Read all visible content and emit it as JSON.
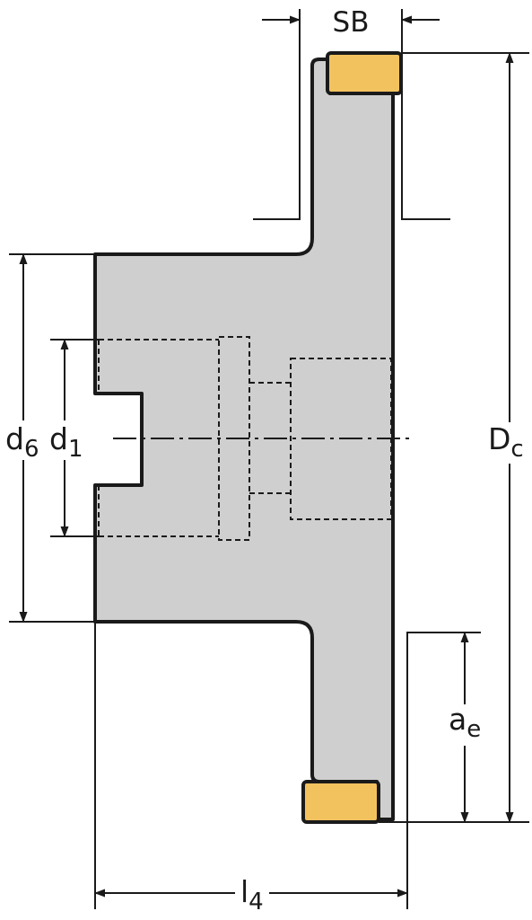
{
  "labels": {
    "sb": "SB",
    "dc_main": "D",
    "dc_sub": "c",
    "d6_main": "d",
    "d6_sub": "6",
    "d1_main": "d",
    "d1_sub": "1",
    "ae_main": "a",
    "ae_sub": "e",
    "l4_main": "l",
    "l4_sub": "4"
  },
  "colors": {
    "body_fill": "#cfcfcf",
    "insert_fill": "#f2c25f",
    "line": "#1a1a1a"
  }
}
